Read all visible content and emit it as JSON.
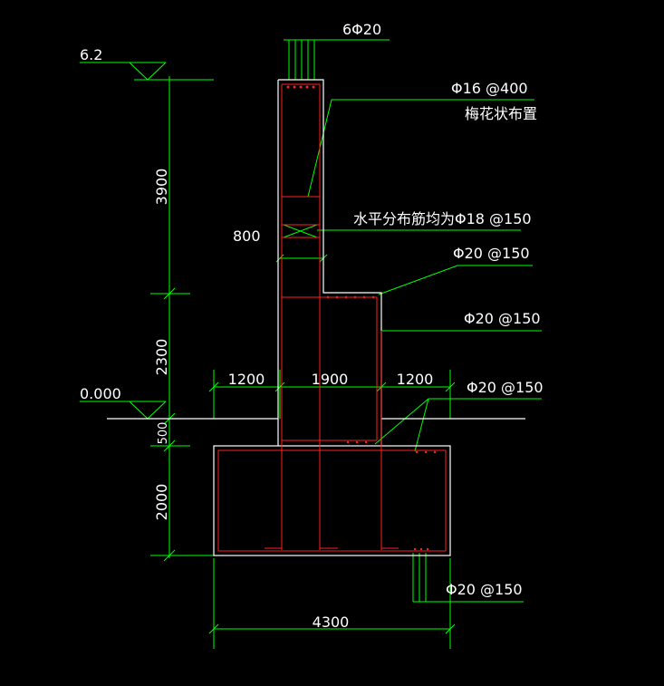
{
  "drawing": {
    "colors": {
      "background": "#000000",
      "outline": "#ffffff",
      "dimension": "#00ff00",
      "rebar": "#ff2020",
      "text": "#ffffff"
    },
    "elevations": {
      "top": "6.2",
      "ground": "0.000"
    },
    "dimensions": {
      "stem_height": "3900",
      "stem_width": "800",
      "lower_wall_height": "2300",
      "footing_embed": "500",
      "footing_thickness": "2000",
      "left_offset": "1200",
      "wall_base_width": "1900",
      "right_offset": "1200",
      "footing_width": "4300"
    },
    "annotations": {
      "top_bars": "6Φ20",
      "tie_bars_spacing": "Φ16 @400",
      "tie_bars_layout": "梅花状布置",
      "horizontal_bars": "水平分布筋均为Φ18 @150",
      "step_bars": "Φ20 @150",
      "right_face_bars": "Φ20 @150",
      "footing_top_bars": "Φ20 @150",
      "footing_bottom_bars": "Φ20 @150"
    }
  }
}
